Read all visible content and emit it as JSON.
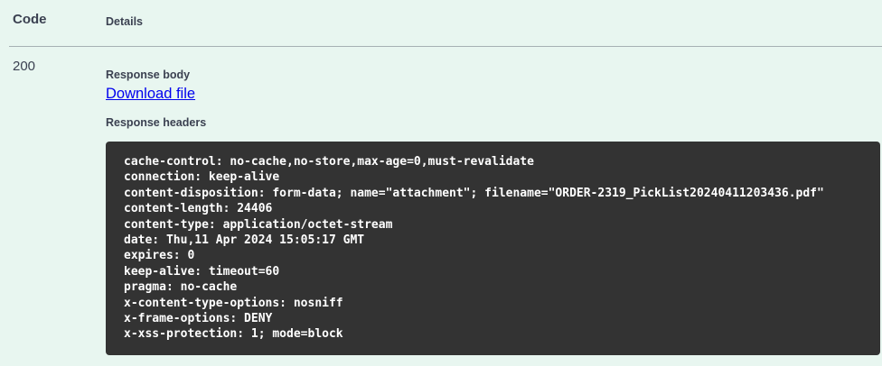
{
  "table": {
    "code_header": "Code",
    "details_header": "Details",
    "status_code": "200",
    "response_body_label": "Response body",
    "download_link_label": "Download file",
    "response_headers_label": "Response headers"
  },
  "response_headers": {
    "lines": [
      "cache-control: no-cache,no-store,max-age=0,must-revalidate",
      "connection: keep-alive",
      "content-disposition: form-data; name=\"attachment\"; filename=\"ORDER-2319_PickList20240411203436.pdf\"",
      "content-length: 24406",
      "content-type: application/octet-stream",
      "date: Thu,11 Apr 2024 15:05:17 GMT",
      "expires: 0",
      "keep-alive: timeout=60",
      "pragma: no-cache",
      "x-content-type-options: nosniff",
      "x-frame-options: DENY",
      "x-xss-protection: 1; mode=block"
    ]
  },
  "colors": {
    "page_background": "#e8f6f0",
    "code_block_background": "#333333",
    "code_block_text": "#ffffff",
    "text": "#3b4151",
    "link": "#0000ee",
    "divider": "#9aa8a4"
  }
}
